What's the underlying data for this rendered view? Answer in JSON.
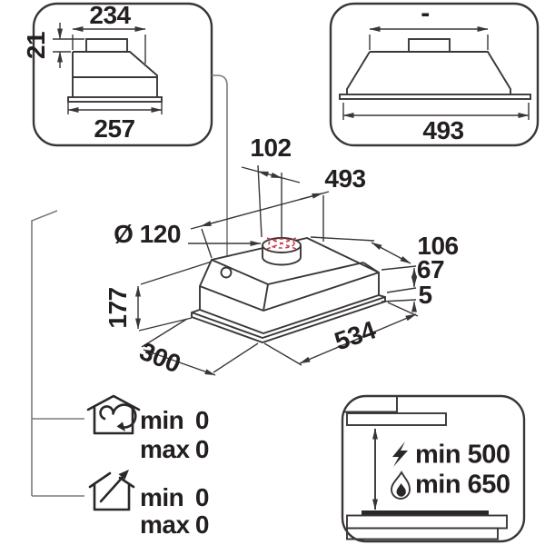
{
  "side_view": {
    "top_depth": "234",
    "collar_height": "21",
    "bottom_depth": "257"
  },
  "front_view": {
    "top_width": "-",
    "bottom_width": "493"
  },
  "perspective_view": {
    "collar_offset": "102",
    "top_width": "493",
    "duct_diameter": "Ø 120",
    "top_section_height": "106",
    "body_height": "67",
    "flange_thickness": "5",
    "total_height": "177",
    "depth": "300",
    "width": "534"
  },
  "modes": {
    "recirculation": {
      "min_label": "min",
      "min_value": "0",
      "max_label": "max",
      "max_value": "0"
    },
    "ducted": {
      "min_label": "min",
      "min_value": "0",
      "max_label": "max",
      "max_value": "0"
    }
  },
  "clearances": {
    "electric_hob": "min 500",
    "gas_hob": "min 650"
  },
  "colors": {
    "line": "#3a3637",
    "text": "#231f20",
    "accent_red": "#c8414f",
    "leader_gray": "#7b7b7b"
  }
}
